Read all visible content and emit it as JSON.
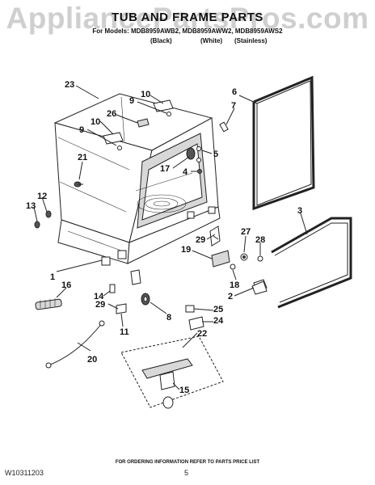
{
  "watermark": "AppliancePartsPros.com",
  "header": {
    "title": "TUB AND FRAME PARTS",
    "models": "For Models: MDB8959AWB2, MDB8959AWW2, MDB8959AWS2",
    "finishes": [
      "(Black)",
      "(White)",
      "(Stainless)"
    ]
  },
  "callouts": [
    "1",
    "2",
    "3",
    "4",
    "5",
    "6",
    "7",
    "8",
    "9",
    "9",
    "10",
    "10",
    "11",
    "12",
    "13",
    "14",
    "15",
    "16",
    "17",
    "18",
    "19",
    "20",
    "21",
    "22",
    "23",
    "24",
    "25",
    "26",
    "27",
    "28",
    "29",
    "29"
  ],
  "footer": {
    "note": "FOR ORDERING INFORMATION REFER TO PARTS PRICE LIST",
    "doc_number": "W10311203",
    "page_number": "5"
  }
}
